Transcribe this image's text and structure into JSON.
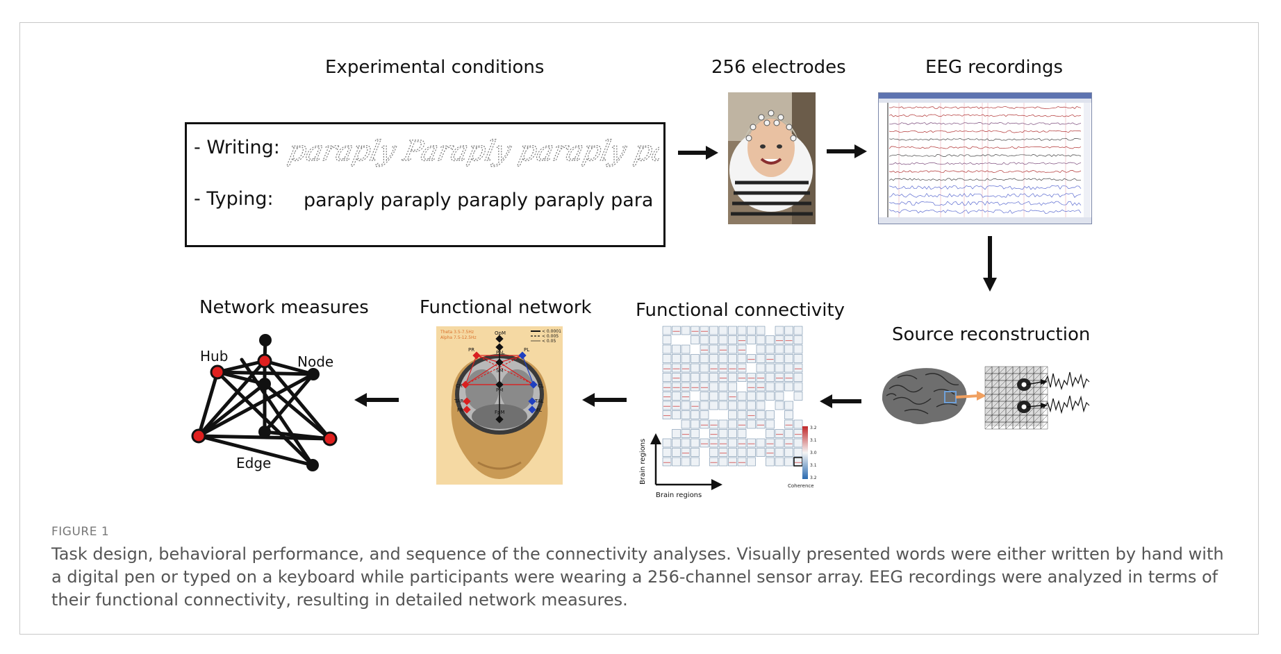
{
  "titles": {
    "experimental_conditions": "Experimental conditions",
    "electrodes": "256 electrodes",
    "eeg_recordings": "EEG recordings",
    "network_measures": "Network measures",
    "functional_network": "Functional network",
    "functional_connectivity": "Functional connectivity",
    "source_reconstruction": "Source reconstruction"
  },
  "conditions": {
    "writing_label": "- Writing:",
    "writing_sample": "paraply Paraply paraply paraply paraply",
    "typing_label": "- Typing:",
    "typing_sample": "paraply paraply paraply paraply para"
  },
  "network_measures": {
    "hub_label": "Hub",
    "node_label": "Node",
    "edge_label": "Edge"
  },
  "functional_network": {
    "legend_lines": [
      "Theta 3.5-7.5Hz",
      "Alpha 7.5-12.5Hz"
    ],
    "pvalues": [
      "< 0.0001",
      "< 0.005",
      "< 0.05"
    ],
    "regions": [
      "OpM",
      "PAL",
      "PR",
      "PL",
      "CR",
      "CL",
      "PM",
      "TAR",
      "TAL",
      "FR",
      "FL",
      "FpM",
      "SM"
    ]
  },
  "functional_connectivity": {
    "x_label": "Brain regions",
    "y_label": "Brain regions",
    "colorbar_label": "Coherence",
    "colorbar_ticks": [
      "3.2",
      "3.1",
      "3.0",
      "3.1",
      "3.2"
    ]
  },
  "caption": {
    "label": "FIGURE 1",
    "text": "Task design, behavioral performance, and sequence of the connectivity analyses. Visually presented words were either written by hand with a digital pen or typed on a keyboard while participants were wearing a 256-channel sensor array. EEG recordings were analyzed in terms of their functional connectivity, resulting in detailed network measures."
  },
  "colors": {
    "accent_red": "#e0201f",
    "node_black": "#111111",
    "map_bg": "#f5d9a3",
    "arrow_orange": "#f0a060"
  }
}
